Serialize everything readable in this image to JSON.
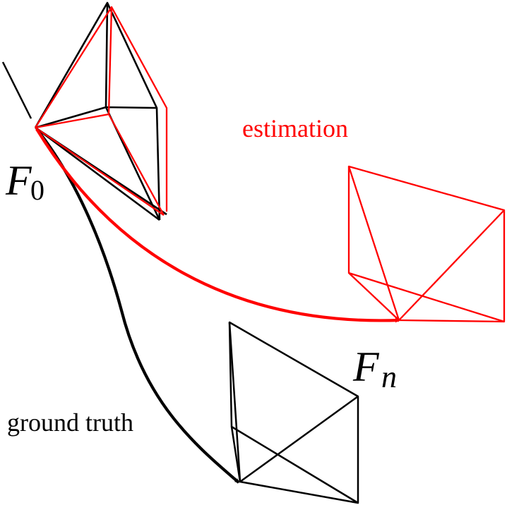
{
  "labels": {
    "estimation": "estimation",
    "ground_truth": "ground truth",
    "frame_start": {
      "base": "F",
      "sub": "0"
    },
    "frame_end": {
      "base": "F",
      "sub": "n"
    }
  },
  "colors": {
    "ground_truth": "#000000",
    "estimation": "#ff0000",
    "background": "#ffffff"
  }
}
